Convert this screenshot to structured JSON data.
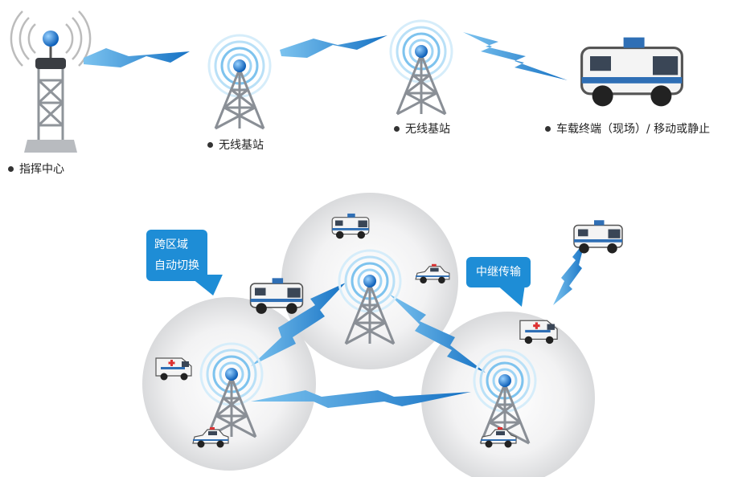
{
  "labels": {
    "command_center": "指挥中心",
    "base_station_1": "无线基站",
    "base_station_2": "无线基站",
    "vehicle_terminal": "车载终端（现场）/ 移动或静止"
  },
  "callouts": {
    "cross_region_line1": "跨区域",
    "cross_region_line2": "自动切换",
    "relay": "中继传输"
  },
  "colors": {
    "signal_blue": "#1e8dd6",
    "tower_gray": "#8a8f96",
    "cell_gray": "#e6e7e9"
  },
  "icons": [
    "command-tower-icon",
    "base-station-tower-icon",
    "lightning-signal-icon",
    "police-van-icon",
    "police-car-icon",
    "ambulance-icon"
  ]
}
